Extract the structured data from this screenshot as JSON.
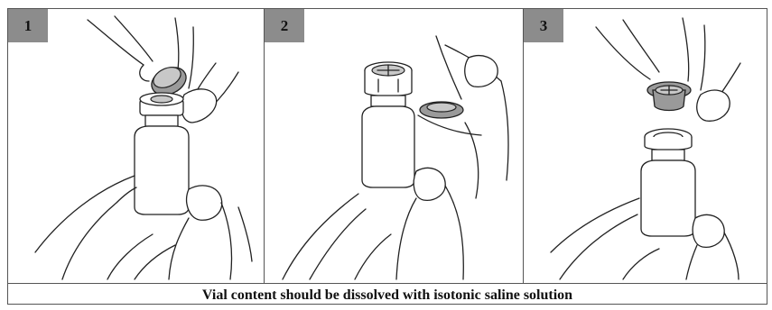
{
  "steps": [
    {
      "number": "1"
    },
    {
      "number": "2"
    },
    {
      "number": "3"
    }
  ],
  "caption": "Vial content should be dissolved with isotonic saline solution"
}
